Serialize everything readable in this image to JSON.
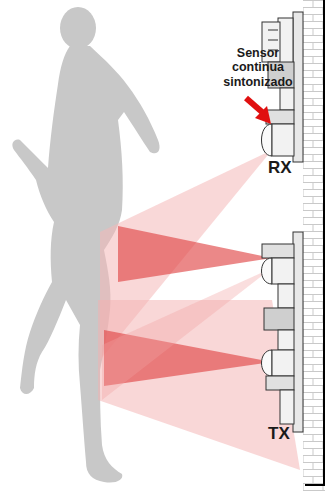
{
  "diagram": {
    "labels": [
      "Sensor continua sintonizado",
      "RX",
      "TX"
    ]
  }
}
